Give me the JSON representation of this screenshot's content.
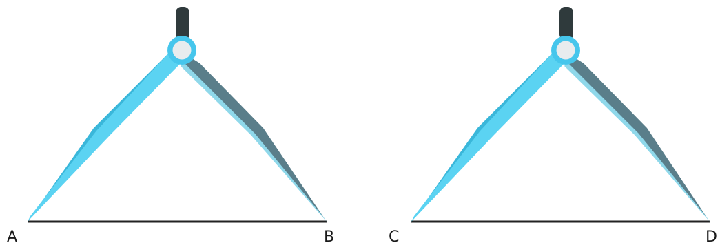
{
  "figures": [
    {
      "id": "left",
      "labels": {
        "start": "A",
        "end": "B"
      },
      "colors": {
        "left_leg": "#5bd3f2",
        "left_leg_shade": "#3ab7da",
        "right_leg": "#5a7e8a",
        "right_leg_shade": "#8fd8ea",
        "hinge": "#46c6ec",
        "hinge_center": "#e8ecee",
        "handle": "#2f3a3c",
        "baseline": "#222222"
      }
    },
    {
      "id": "right",
      "labels": {
        "start": "C",
        "end": "D"
      },
      "colors": {
        "left_leg": "#5bd3f2",
        "left_leg_shade": "#3ab7da",
        "right_leg": "#5a7e8a",
        "right_leg_shade": "#8fd8ea",
        "hinge": "#46c6ec",
        "hinge_center": "#e8ecee",
        "handle": "#2f3a3c",
        "baseline": "#222222"
      }
    }
  ],
  "icons": [
    "compass-drawing-tool-icon"
  ]
}
